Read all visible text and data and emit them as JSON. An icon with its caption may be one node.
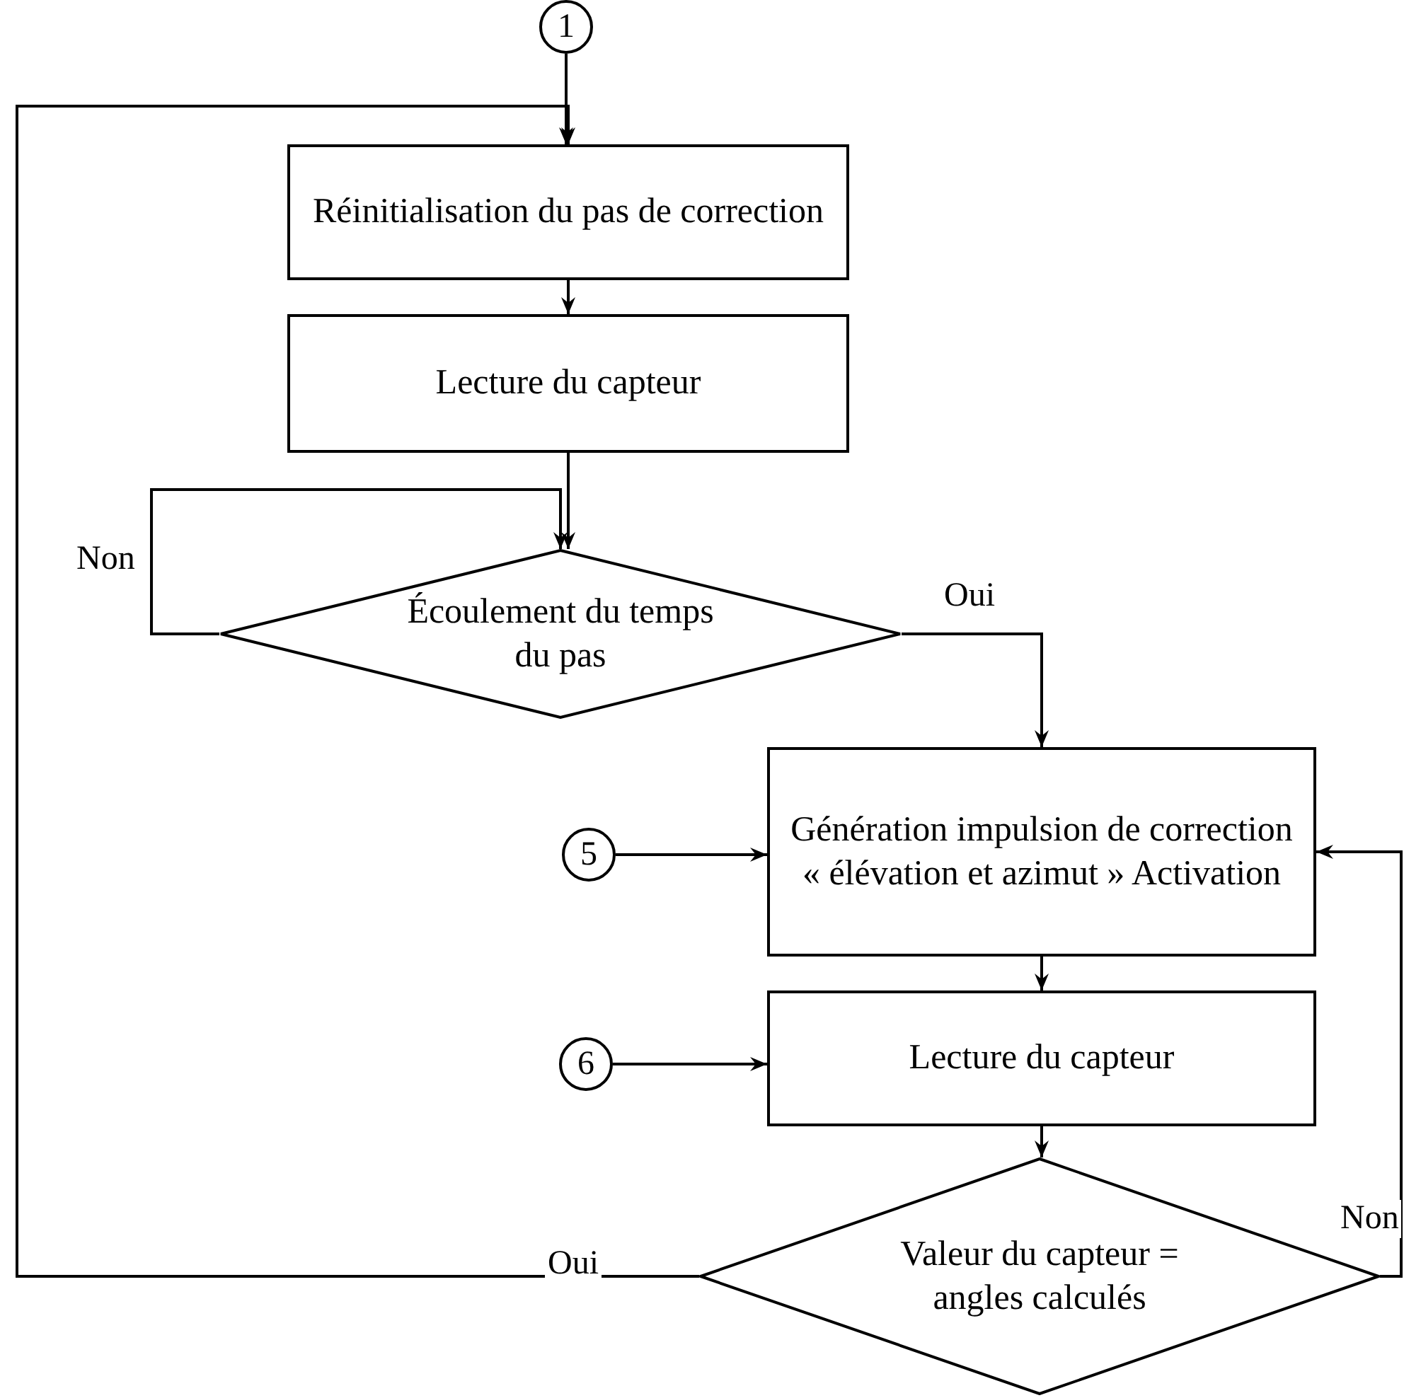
{
  "diagram": {
    "nodes": [
      {
        "text": [
          "1"
        ]
      },
      {
        "text": [
          "Réinitialisation du pas de correction"
        ]
      },
      {
        "text": [
          "Lecture du capteur"
        ]
      },
      {
        "text": [
          "Écoulement du temps du pas"
        ]
      },
      {
        "text": [
          "Génération impulsion de correction « élévation et azimut » Activation"
        ]
      },
      {
        "text": [
          "5"
        ]
      },
      {
        "text": [
          "Lecture du capteur"
        ]
      },
      {
        "text": [
          "6"
        ]
      },
      {
        "text": [
          "Valeur du capteur = angles calculés"
        ]
      }
    ],
    "edges": [
      {
        "from": 0,
        "to": 1,
        "arrow": "to"
      },
      {
        "from": 1,
        "to": 2,
        "arrow": "to"
      },
      {
        "from": 2,
        "to": 3,
        "arrow": "to"
      },
      {
        "from": 3,
        "to": 3,
        "arrow": "to",
        "label": "Non"
      },
      {
        "from": 3,
        "to": 4,
        "arrow": "to",
        "label": "Oui"
      },
      {
        "from": 5,
        "to": 4,
        "arrow": "to"
      },
      {
        "from": 4,
        "to": 6,
        "arrow": "to"
      },
      {
        "from": 7,
        "to": 6,
        "arrow": "to"
      },
      {
        "from": 6,
        "to": 8,
        "arrow": "to"
      },
      {
        "from": 8,
        "to": 1,
        "arrow": "to",
        "label": "Oui"
      },
      {
        "from": 8,
        "to": 4,
        "arrow": "to",
        "label": "Non"
      }
    ]
  }
}
